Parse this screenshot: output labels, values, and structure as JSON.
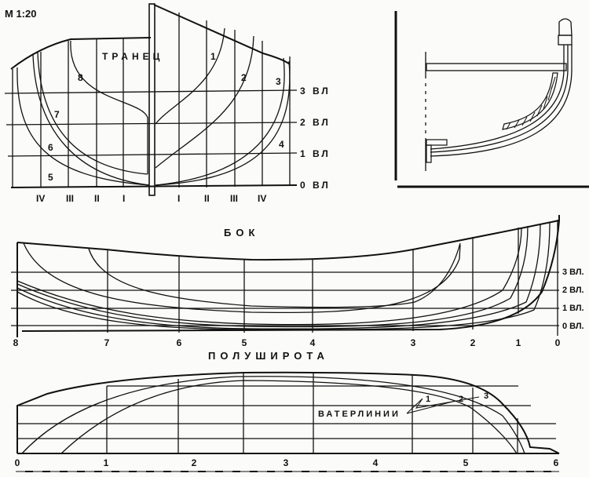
{
  "scale_label": "М 1:20",
  "body_plan": {
    "transom_label": "ТРАНЕЦ",
    "section_numbers": [
      "1",
      "2",
      "3",
      "4",
      "5",
      "6",
      "7",
      "8"
    ],
    "left_stations": [
      "IV",
      "III",
      "II",
      "I"
    ],
    "right_stations": [
      "I",
      "II",
      "III",
      "IV"
    ],
    "waterlines": [
      "3 ВЛ",
      "2 ВЛ",
      "1 ВЛ",
      "0 ВЛ"
    ]
  },
  "profile": {
    "title": "БОК",
    "waterlines": [
      "3 ВЛ.",
      "2 ВЛ.",
      "1 ВЛ.",
      "0 ВЛ."
    ],
    "stations": [
      "8",
      "7",
      "6",
      "5",
      "4",
      "3",
      "2",
      "1",
      "0"
    ]
  },
  "half_breadth": {
    "title": "ПОЛУШИРОТА",
    "waterlines_label": "ВАТЕРЛИНИИ",
    "waterline_numbers": [
      "1",
      "2",
      "3"
    ],
    "stations": [
      "0",
      "1",
      "2",
      "3",
      "4",
      "5",
      "6"
    ]
  }
}
